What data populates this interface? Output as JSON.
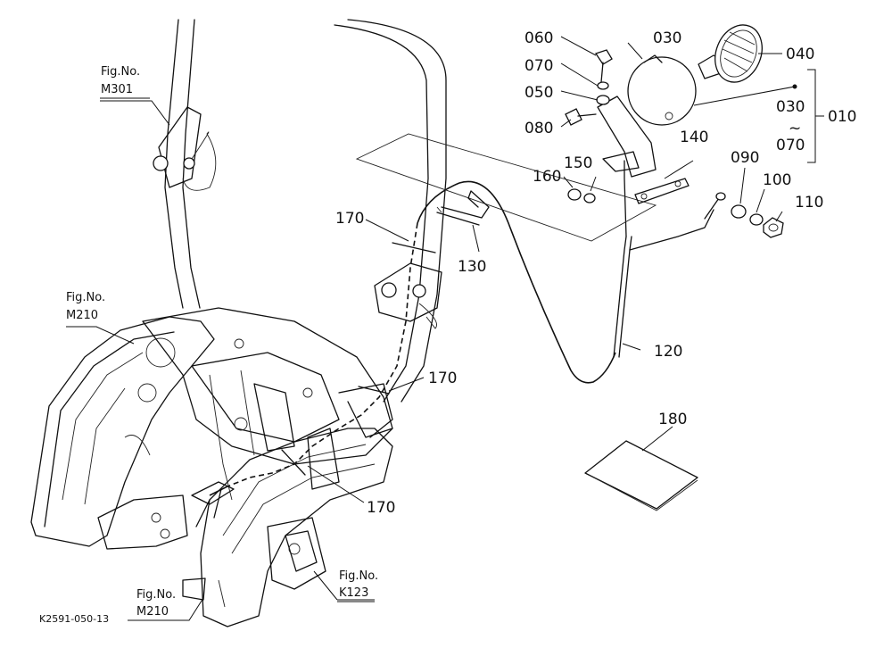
{
  "drawing_code": "K2591-050-13",
  "fig_refs": {
    "m301": {
      "line1": "Fig.No.",
      "line2": "M301"
    },
    "m210_left": {
      "line1": "Fig.No.",
      "line2": "M210"
    },
    "m210_bottom": {
      "line1": "Fig.No.",
      "line2": "M210"
    },
    "k123": {
      "line1": "Fig.No.",
      "line2": "K123"
    }
  },
  "parts": {
    "p010": "010",
    "p030": "030",
    "p040": "040",
    "p050": "050",
    "p060": "060",
    "p070": "070",
    "p080": "080",
    "p090": "090",
    "p100": "100",
    "p110": "110",
    "p120": "120",
    "p130": "130",
    "p140": "140",
    "p150": "150",
    "p160": "160",
    "p170_a": "170",
    "p170_b": "170",
    "p170_c": "170",
    "p180": "180"
  },
  "range": {
    "from": "030",
    "tilde": "~",
    "to": "070"
  }
}
